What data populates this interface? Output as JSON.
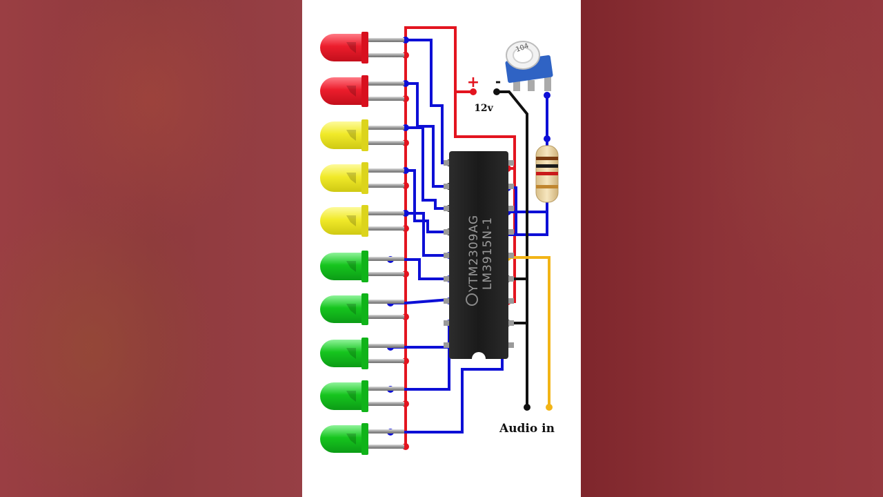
{
  "diagram": {
    "ic_label_line1": "YTM2309AG",
    "ic_label_line2": "LM3915N-1",
    "supply_plus": "+",
    "supply_minus": "-",
    "supply_voltage": "12v",
    "audio_label": "Audio in",
    "trimmer_code": "104",
    "led_colors": [
      "red",
      "red",
      "yellow",
      "yellow",
      "yellow",
      "green",
      "green",
      "green",
      "green",
      "green"
    ]
  },
  "colors": {
    "red_wire": "#e3141f",
    "blue_wire": "#0d0fd6",
    "black_wire": "#111111",
    "yellow_wire": "#f2b416",
    "led_red": "#ec1d2c",
    "led_yellow": "#f3ec2a",
    "led_green": "#14c51d",
    "ic_body": "#1c1c1c",
    "background": "#8f3a3e"
  }
}
